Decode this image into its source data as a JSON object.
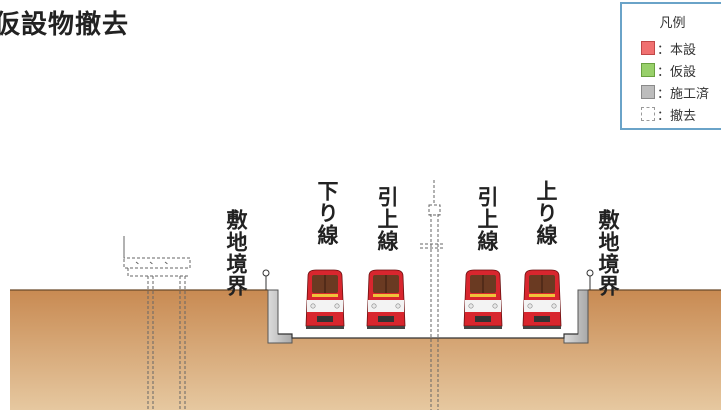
{
  "title": "仮設物撤去",
  "legend": {
    "title": "凡例",
    "items": [
      {
        "label": "：本設",
        "color": "#f07070",
        "border": "#c04848",
        "style": "solid"
      },
      {
        "label": "：仮設",
        "color": "#98d06a",
        "border": "#6aa040",
        "style": "solid"
      },
      {
        "label": "：施工済",
        "color": "#bdbdbd",
        "border": "#8a8a8a",
        "style": "solid"
      },
      {
        "label": "：撤去",
        "color": "#ffffff",
        "border": "#9a9a9a",
        "style": "dashed"
      }
    ]
  },
  "labels": {
    "boundary_left": "敷地境界",
    "track_down": "下り線",
    "siding_left": "引上線",
    "siding_right": "引上線",
    "track_up": "上り線",
    "boundary_right": "敷地境界"
  },
  "colors": {
    "ground_top": "#c88a52",
    "ground_bottom": "#e6c8a0",
    "structure": "#c9c9c9",
    "train_red": "#d8262e",
    "train_white": "#f3f3f3",
    "window": "#6a3a22"
  }
}
